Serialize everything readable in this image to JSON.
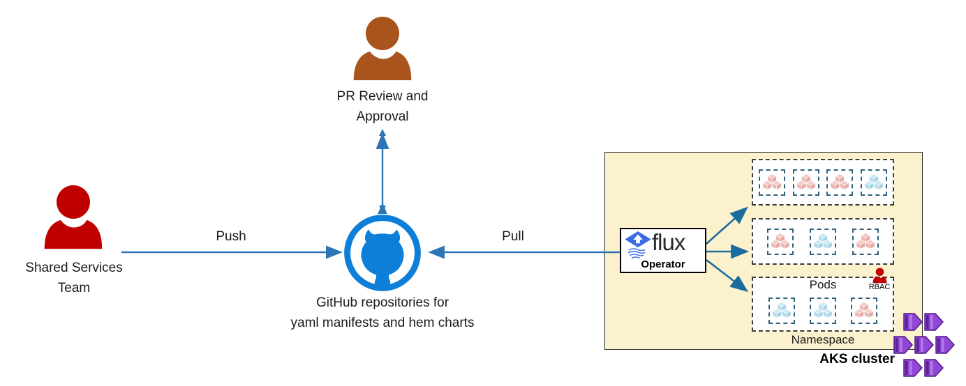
{
  "colors": {
    "person_red": "#C00000",
    "person_brown": "#A9541C",
    "github_blue": "#0E7FD8",
    "arrow_blue": "#2E75B6",
    "flux_fan_arrow_blue": "#1A6C9F",
    "cluster_bg": "#FCF1CD",
    "aks_purple_body": "#9146D6",
    "aks_purple_dark": "#5E2199",
    "aks_purple_light": "#B07BE8",
    "aks_purple_stroke": "#4E1A85"
  },
  "actors": {
    "shared_services_team": {
      "line1": "Shared Services",
      "line2": "Team"
    },
    "pr_review": {
      "line1": "PR Review and",
      "line2": "Approval"
    }
  },
  "github": {
    "line1": "GitHub repositories for",
    "line2": "yaml manifests and hem charts"
  },
  "edges": {
    "push": "Push",
    "pull": "Pull"
  },
  "flux_operator": {
    "product": "flux",
    "role": "Operator"
  },
  "aks_cluster": {
    "title": "AKS cluster",
    "pods_label": "Pods",
    "namespace_label": "Namespace",
    "rbac_label": "RBAC",
    "namespaces": [
      {
        "pods": [
          "pink",
          "pink",
          "pink",
          "blue"
        ]
      },
      {
        "pods": [
          "pink",
          "blue",
          "pink"
        ]
      },
      {
        "pods": [
          "blue",
          "blue",
          "pink"
        ]
      }
    ]
  },
  "pod_palette": {
    "pink": {
      "top": "#F2CBC7",
      "left": "#EBB7B2",
      "right": "#E5A9A4"
    },
    "blue": {
      "top": "#CFE8F1",
      "left": "#B4DCEA",
      "right": "#A6D3E4"
    }
  }
}
